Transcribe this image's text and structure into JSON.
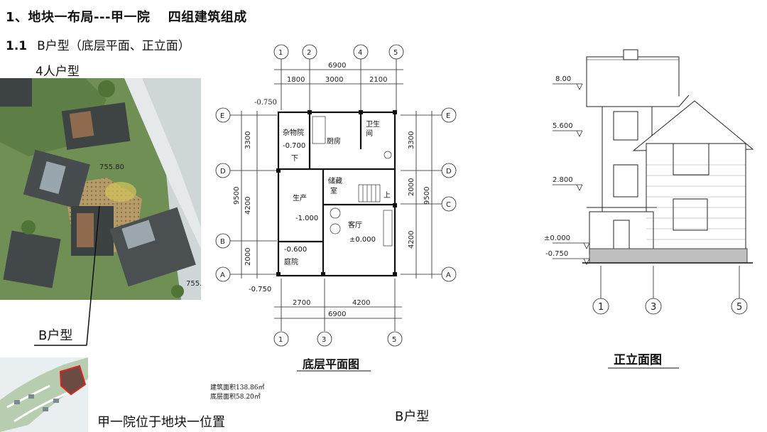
{
  "header": {
    "title": "1、地块一布局---甲一院　 四组建筑组成",
    "sub_num": "1.1",
    "sub_text": "B户型（底层平面、正立面）",
    "people": "4人户型"
  },
  "site": {
    "elev_label": "755.80",
    "elev_label2": "755.",
    "callout": "B户型",
    "location_caption": "甲一院位于地块一位置"
  },
  "plan": {
    "title": "底层平面图",
    "dims_top": [
      "1800",
      "3000",
      "2100"
    ],
    "total_top": "6900",
    "dims_bottom": [
      "2700",
      "4200"
    ],
    "total_bottom": "6900",
    "dims_left": [
      "3300",
      "4200",
      "2000"
    ],
    "total_left": "9500",
    "dims_right": [
      "3300",
      "2000",
      "4200"
    ],
    "total_right": "9500",
    "grid_top": [
      "1",
      "2",
      "4",
      "5"
    ],
    "grid_bottom": [
      "1",
      "3",
      "5"
    ],
    "grid_left": [
      "E",
      "D",
      "B",
      "A"
    ],
    "grid_right": [
      "E",
      "D",
      "C",
      "A"
    ],
    "rooms": {
      "sundry": "杂物院",
      "sundry_level": "-0.700",
      "kitchen": "厨房",
      "wc1": "卫生",
      "wc2": "间",
      "storage1": "储藏",
      "storage2": "室",
      "production": "生产",
      "production_level": "-1.000",
      "living": "客厅",
      "living_level": "±0.000",
      "yard": "庭院",
      "yard_level": "-0.600",
      "down": "下",
      "up": "上"
    },
    "level_top": "-0.750",
    "level_bottom": "-0.750",
    "area1": "建筑面积138.86㎡",
    "area2": "底层面积58.20㎡"
  },
  "elevation": {
    "title": "正立面图",
    "levels": [
      "8.00",
      "5.600",
      "2.800",
      "±0.000",
      "-0.750"
    ],
    "axes": [
      "1",
      "3",
      "5"
    ]
  },
  "footer": {
    "type_label": "B户型"
  }
}
